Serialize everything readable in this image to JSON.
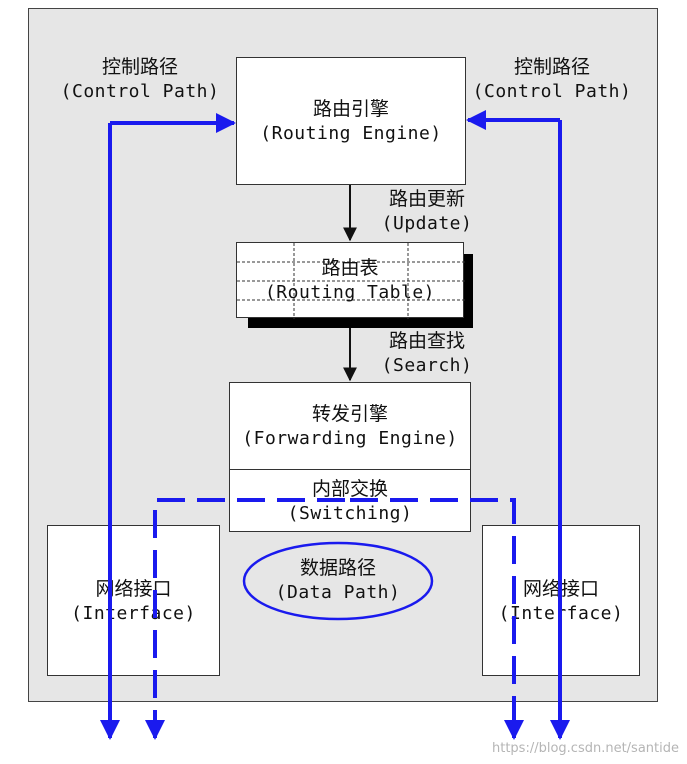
{
  "routing_engine": {
    "zh": "路由引擎",
    "en": "(Routing Engine)"
  },
  "control_path_left": {
    "zh": "控制路径",
    "en": "(Control Path)"
  },
  "control_path_right": {
    "zh": "控制路径",
    "en": "(Control Path)"
  },
  "update": {
    "zh": "路由更新",
    "en": "(Update)"
  },
  "routing_table": {
    "zh": "路由表",
    "en": "(Routing Table)"
  },
  "search": {
    "zh": "路由查找",
    "en": "(Search)"
  },
  "forwarding_engine": {
    "zh": "转发引擎",
    "en": "(Forwarding Engine)"
  },
  "switching": {
    "zh": "内部交换",
    "en": "(Switching)"
  },
  "interface_left": {
    "zh": "网络接口",
    "en": "(Interface)"
  },
  "interface_right": {
    "zh": "网络接口",
    "en": "(Interface)"
  },
  "data_path": {
    "zh": "数据路径",
    "en": "(Data Path)"
  },
  "watermark": "https://blog.csdn.net/santide",
  "colors": {
    "path_blue": "#1a1aee",
    "frame_gray": "#e6e6e6",
    "shadow": "#000000"
  }
}
